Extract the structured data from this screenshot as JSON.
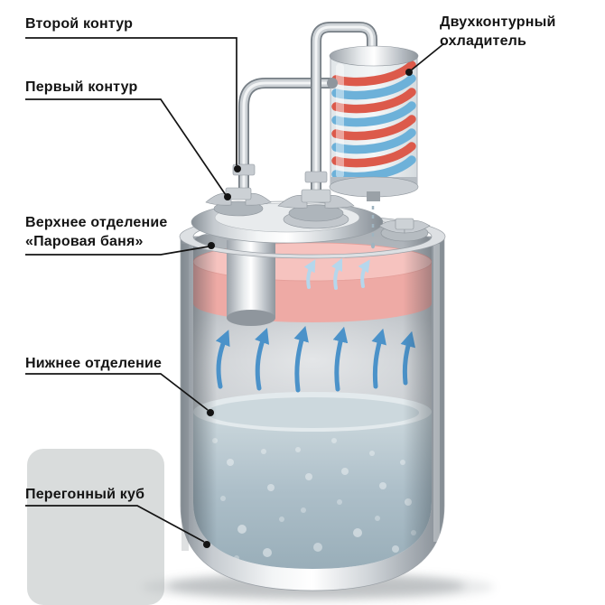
{
  "diagram_labels": {
    "second_circuit": "Второй контур",
    "first_circuit": "Первый контур",
    "double_cooler": "Двухконтурный охладитель",
    "upper_section_line1": "Верхнее отделение",
    "upper_section_line2": "«Паровая баня»",
    "lower_section": "Нижнее отделение",
    "still_pot": "Перегонный куб"
  },
  "colors": {
    "ink": "#141414",
    "pink-top": "#f6c3bf",
    "pink-front": "#eeaaa5",
    "coil-red": "#dc5a4b",
    "coil-blue": "#6db1d9",
    "arrow-blue": "#4b92c9",
    "arrow-light": "#b5d7ec"
  }
}
